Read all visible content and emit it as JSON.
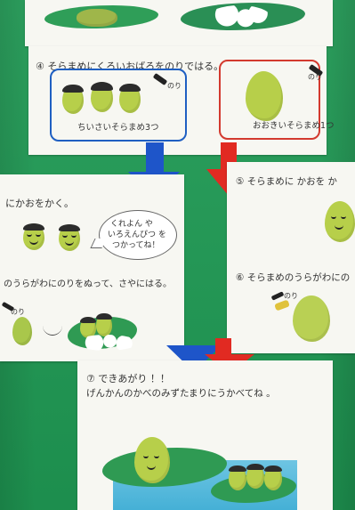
{
  "step4": {
    "title": "④ そらまめにくろいおばろをのりではる。",
    "blue_caption": "ちいさいそらまめ3つ",
    "red_caption": "おおきいそらまめ1つ",
    "glue_label_1": "のり",
    "glue_label_2": "のり"
  },
  "left_card": {
    "title_fragment": "にかおをかく。",
    "bubble_text_1": "くれよん や",
    "bubble_text_2": "いろえんぴつ を",
    "bubble_text_3": "つかってね！",
    "line_2": "のうらがわにのりをぬって、さやにはる。",
    "glue_label": "のり"
  },
  "right_card": {
    "step5_title": "⑤ そらまめに かおを か",
    "step6_title": "⑥ そらまめのうらがわにの",
    "glue_label": "のり"
  },
  "step7": {
    "title": "⑦ できあがり ！！",
    "subtitle": "げんかんのかべのみずたまりにうかべてね 。"
  },
  "colors": {
    "board": "#1f9a54",
    "paper": "#f7f7f2",
    "bean": "#b7cf4a",
    "blue_frame": "#1f5fc2",
    "red_frame": "#d33a2f",
    "blue_arrow": "#1e55c9",
    "red_arrow": "#e12a22"
  }
}
